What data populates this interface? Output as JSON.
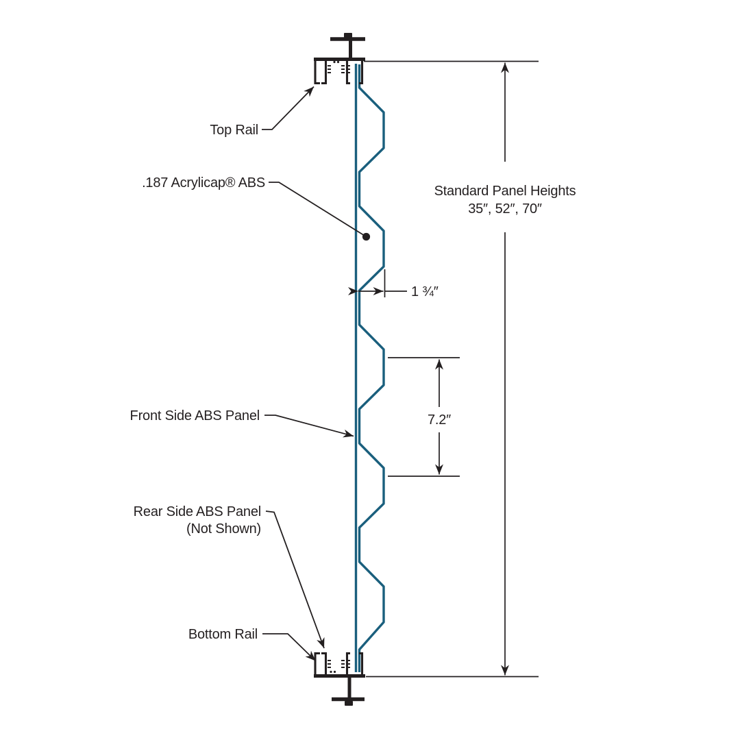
{
  "diagram": {
    "labels": {
      "top_rail": "Top Rail",
      "acrylicap": ".187 Acrylicap® ABS",
      "front_panel": "Front Side ABS Panel",
      "rear_panel_line1": "Rear Side ABS Panel",
      "rear_panel_line2": "(Not Shown)",
      "bottom_rail": "Bottom Rail"
    },
    "dimensions": {
      "panel_heights_line1": "Standard Panel Heights",
      "panel_heights_line2": "35″, 52″, 70″",
      "corrugation_depth": "1 ¾″",
      "corrugation_pitch": "7.2″"
    },
    "colors": {
      "panel": "#1a5f7d",
      "line": "#231f20"
    }
  }
}
